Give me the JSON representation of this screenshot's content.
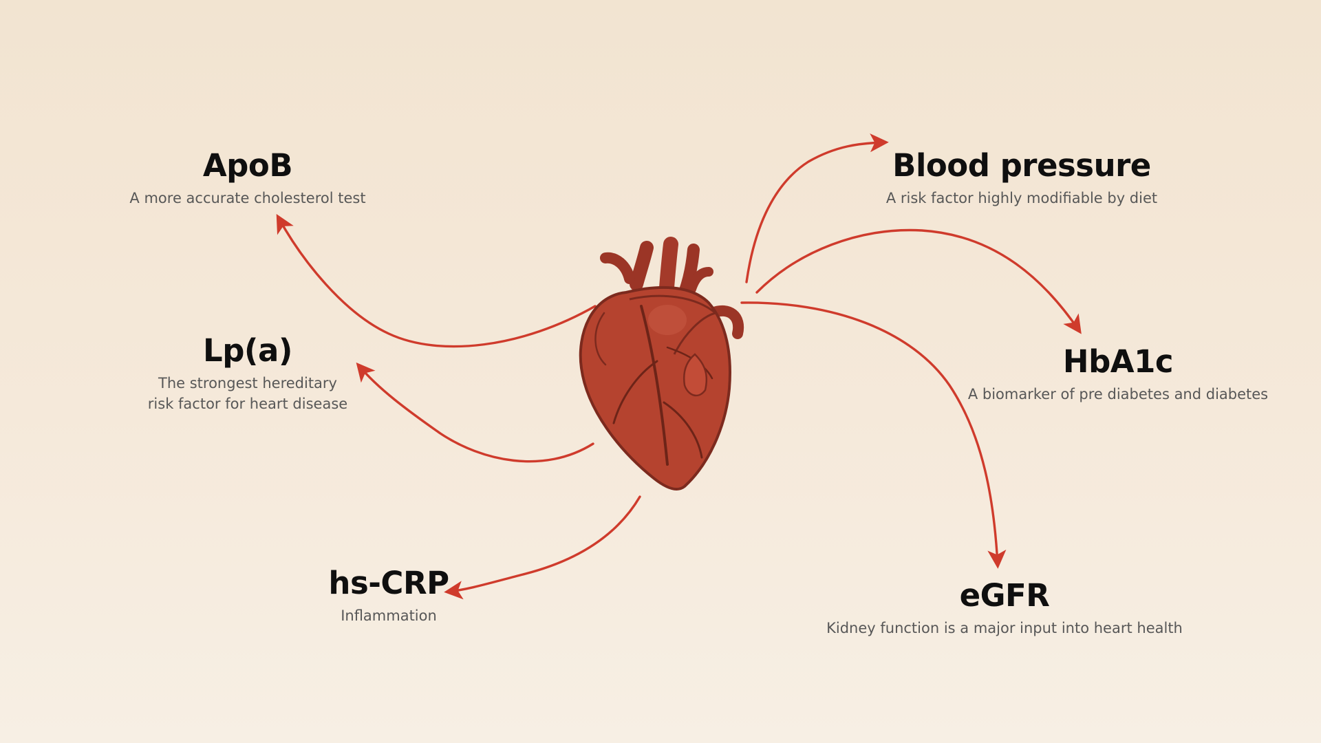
{
  "colors": {
    "arrow": "#cf3b2c",
    "heart_main": "#b5432f",
    "heart_dark": "#7c2a1e",
    "title_text": "#0f0f0f",
    "desc_text": "#575757"
  },
  "heart": {
    "icon": "anatomical-heart-icon"
  },
  "biomarkers": {
    "apob": {
      "title": "ApoB",
      "desc": "A more accurate cholesterol test"
    },
    "lpa": {
      "title": "Lp(a)",
      "desc_line1": "The strongest hereditary",
      "desc_line2": "risk factor for heart disease"
    },
    "hscrp": {
      "title": "hs-CRP",
      "desc": "Inflammation"
    },
    "bp": {
      "title": "Blood pressure",
      "desc": "A risk factor highly modifiable by diet"
    },
    "hba1c": {
      "title": "HbA1c",
      "desc": "A biomarker of pre diabetes and diabetes"
    },
    "egfr": {
      "title": "eGFR",
      "desc": "Kidney function is a major input into heart health"
    }
  }
}
